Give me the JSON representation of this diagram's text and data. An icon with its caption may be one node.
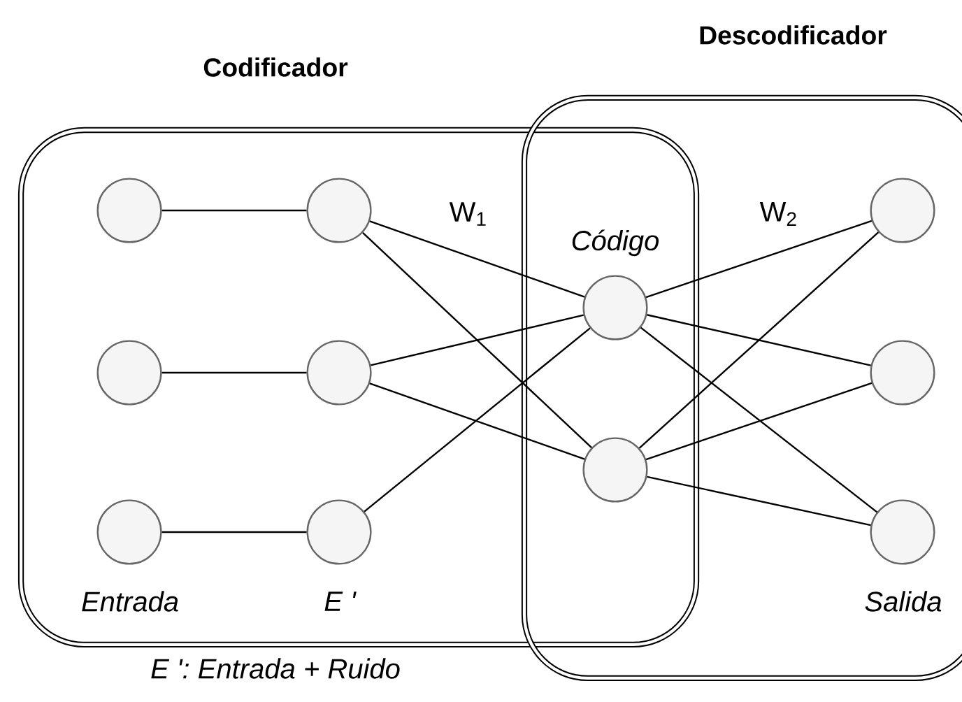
{
  "diagram": {
    "nodes": [
      {
        "text": [
          "Codificador"
        ]
      },
      {
        "text": [
          "Descodificador"
        ]
      },
      {
        "text": [],
        "shape": "circle",
        "in": 0
      },
      {
        "text": [],
        "shape": "circle",
        "in": 0
      },
      {
        "text": [],
        "shape": "circle",
        "in": 0
      },
      {
        "text": [],
        "shape": "circle",
        "in": 0
      },
      {
        "text": [],
        "shape": "circle",
        "in": 0
      },
      {
        "text": [],
        "shape": "circle",
        "in": 0
      },
      {
        "text": [],
        "shape": "circle",
        "beside": [
          "Código"
        ]
      },
      {
        "text": [],
        "shape": "circle"
      },
      {
        "text": [],
        "shape": "circle",
        "in": 1
      },
      {
        "text": [],
        "shape": "circle",
        "in": 1
      },
      {
        "text": [],
        "shape": "circle",
        "in": 1
      }
    ],
    "edges": [
      {
        "from": 2,
        "to": 5,
        "arrow": "none"
      },
      {
        "from": 3,
        "to": 6,
        "arrow": "none"
      },
      {
        "from": 4,
        "to": 7,
        "arrow": "none"
      },
      {
        "from": 5,
        "to": 8,
        "arrow": "none"
      },
      {
        "from": 5,
        "to": 9,
        "arrow": "none"
      },
      {
        "from": 6,
        "to": 8,
        "arrow": "none"
      },
      {
        "from": 6,
        "to": 9,
        "arrow": "none"
      },
      {
        "from": 7,
        "to": 8,
        "arrow": "none"
      },
      {
        "from": 8,
        "to": 10,
        "arrow": "none"
      },
      {
        "from": 8,
        "to": 11,
        "arrow": "none"
      },
      {
        "from": 8,
        "to": 12,
        "arrow": "none"
      },
      {
        "from": 9,
        "to": 10,
        "arrow": "none"
      },
      {
        "from": 9,
        "to": 11,
        "arrow": "none"
      },
      {
        "from": 9,
        "to": 12,
        "arrow": "none"
      }
    ],
    "labels": [
      "W$_{1}$",
      "W$_{2}$",
      "Entrada",
      "E '",
      "Salida",
      "E ': Entrada + Ruido"
    ]
  }
}
